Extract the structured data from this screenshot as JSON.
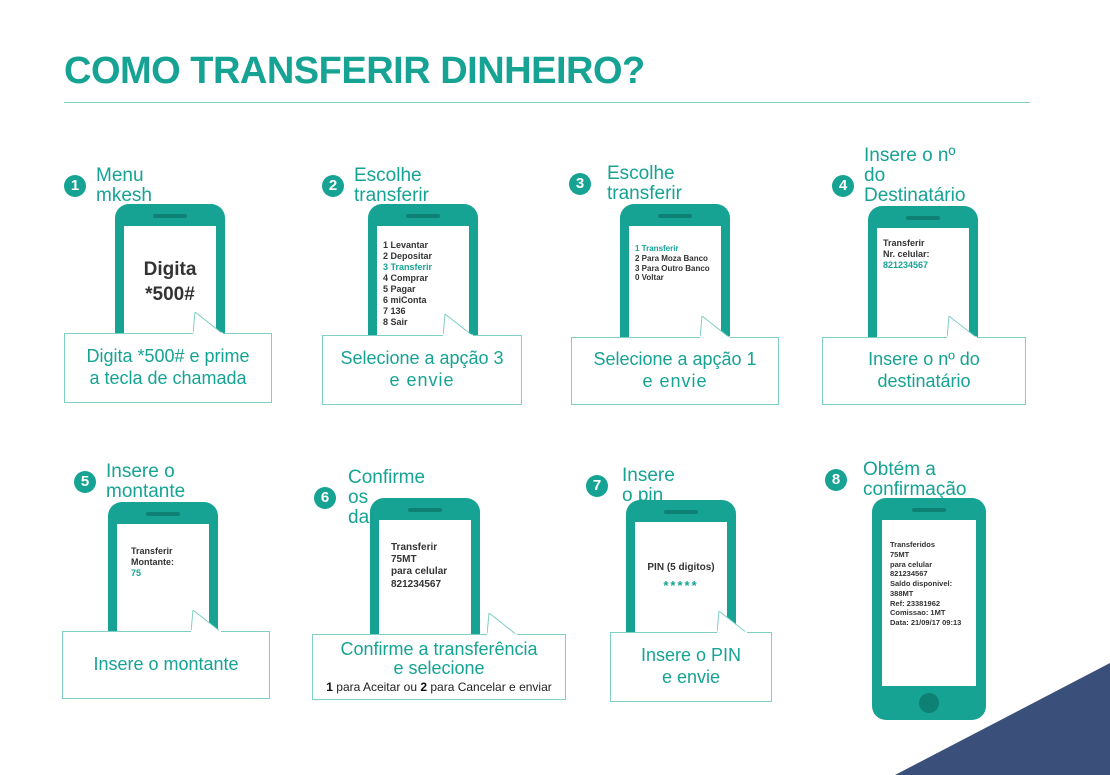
{
  "page": {
    "title": "COMO TRANSFERIR DINHEIRO?",
    "accent_color": "#16a394",
    "corner_color": "#3a4f7a"
  },
  "steps": [
    {
      "number": "1",
      "title": "Menu mkesh",
      "screen": {
        "big_line1": "Digita",
        "big_line2": "*500#"
      },
      "bubble": {
        "line1": "Digita *500# e prime",
        "line2": "a tecla de chamada"
      }
    },
    {
      "number": "2",
      "title": "Escolhe transferir",
      "screen": {
        "lines": [
          "1  Levantar",
          "2 Depositar",
          "3 Transferir",
          "4 Comprar",
          "5 Pagar",
          "6 miConta",
          "7 136",
          "8 Sair"
        ],
        "highlight_index": 2
      },
      "bubble": {
        "line1": "Selecione a apção 3",
        "line2": "e envie"
      }
    },
    {
      "number": "3",
      "title": "Escolhe transferir",
      "screen": {
        "lines": [
          "1 Transferir",
          "2 Para Moza Banco",
          "3 Para Outro Banco",
          "0 Voltar"
        ],
        "highlight_index": 0
      },
      "bubble": {
        "line1": "Selecione a apção 1",
        "line2": "e envie"
      }
    },
    {
      "number": "4",
      "title": "Insere o nº do\nDestinatário",
      "screen": {
        "lines": [
          "Transferir",
          "Nr. celular:",
          "821234567"
        ],
        "highlight_index": 2
      },
      "bubble": {
        "line1": "Insere o nº do",
        "line2": "destinatário"
      }
    },
    {
      "number": "5",
      "title": "Insere o montante",
      "screen": {
        "lines": [
          "Transferir",
          "Montante:",
          "75"
        ],
        "highlight_index": 2
      },
      "bubble": {
        "line1": "Insere o montante",
        "line2": ""
      }
    },
    {
      "number": "6",
      "title": "Confirme os dados",
      "screen": {
        "lines": [
          "Transferir",
          "75MT",
          "para celular",
          "821234567"
        ],
        "highlight_index": -1
      },
      "bubble": {
        "line1": "Confirme a transferência",
        "line2": "e selecione",
        "note": {
          "n1": "1",
          "t1": " para Aceitar ou ",
          "n2": "2",
          "t2": " para Cancelar e enviar"
        }
      }
    },
    {
      "number": "7",
      "title": "Insere o pin",
      "screen": {
        "pin_label": "PIN (5 digitos)",
        "pin_mask": "*****"
      },
      "bubble": {
        "line1": "Insere o PIN",
        "line2": "e envie"
      }
    },
    {
      "number": "8",
      "title": "Obtém a confirmação",
      "screen": {
        "lines": [
          "Transferidos",
          "75MT",
          "para celular",
          "821234567",
          "Saldo disponivel:",
          "388MT",
          "Ref: 23381962",
          "Comissao: 1MT",
          "Data: 21/09/17 09:13"
        ],
        "highlight_index": -1
      }
    }
  ]
}
